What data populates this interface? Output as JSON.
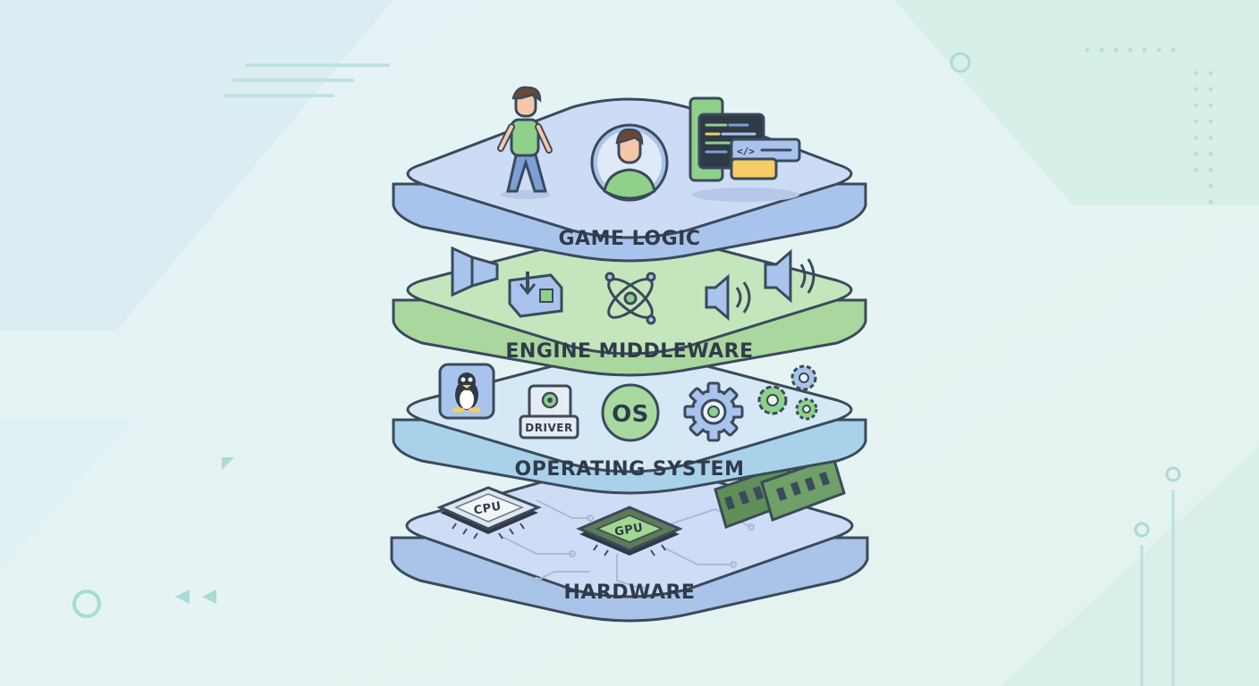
{
  "layers": [
    {
      "label": "GAME LOGIC"
    },
    {
      "label": "ENGINE MIDDLEWARE"
    },
    {
      "label": "OPERATING SYSTEM"
    },
    {
      "label": "HARDWARE"
    }
  ],
  "badges": {
    "code_tag": "</>",
    "driver": "DRIVER",
    "os": "OS",
    "cpu": "CPU",
    "gpu": "GPU"
  },
  "colors": {
    "blue_layer": "#c9daf5",
    "green_layer": "#bfe5bd",
    "sky_layer": "#cfe6f3",
    "outline": "#3b4a5c",
    "accent_green": "#8fd08a",
    "accent_yellow": "#f4cd64"
  }
}
